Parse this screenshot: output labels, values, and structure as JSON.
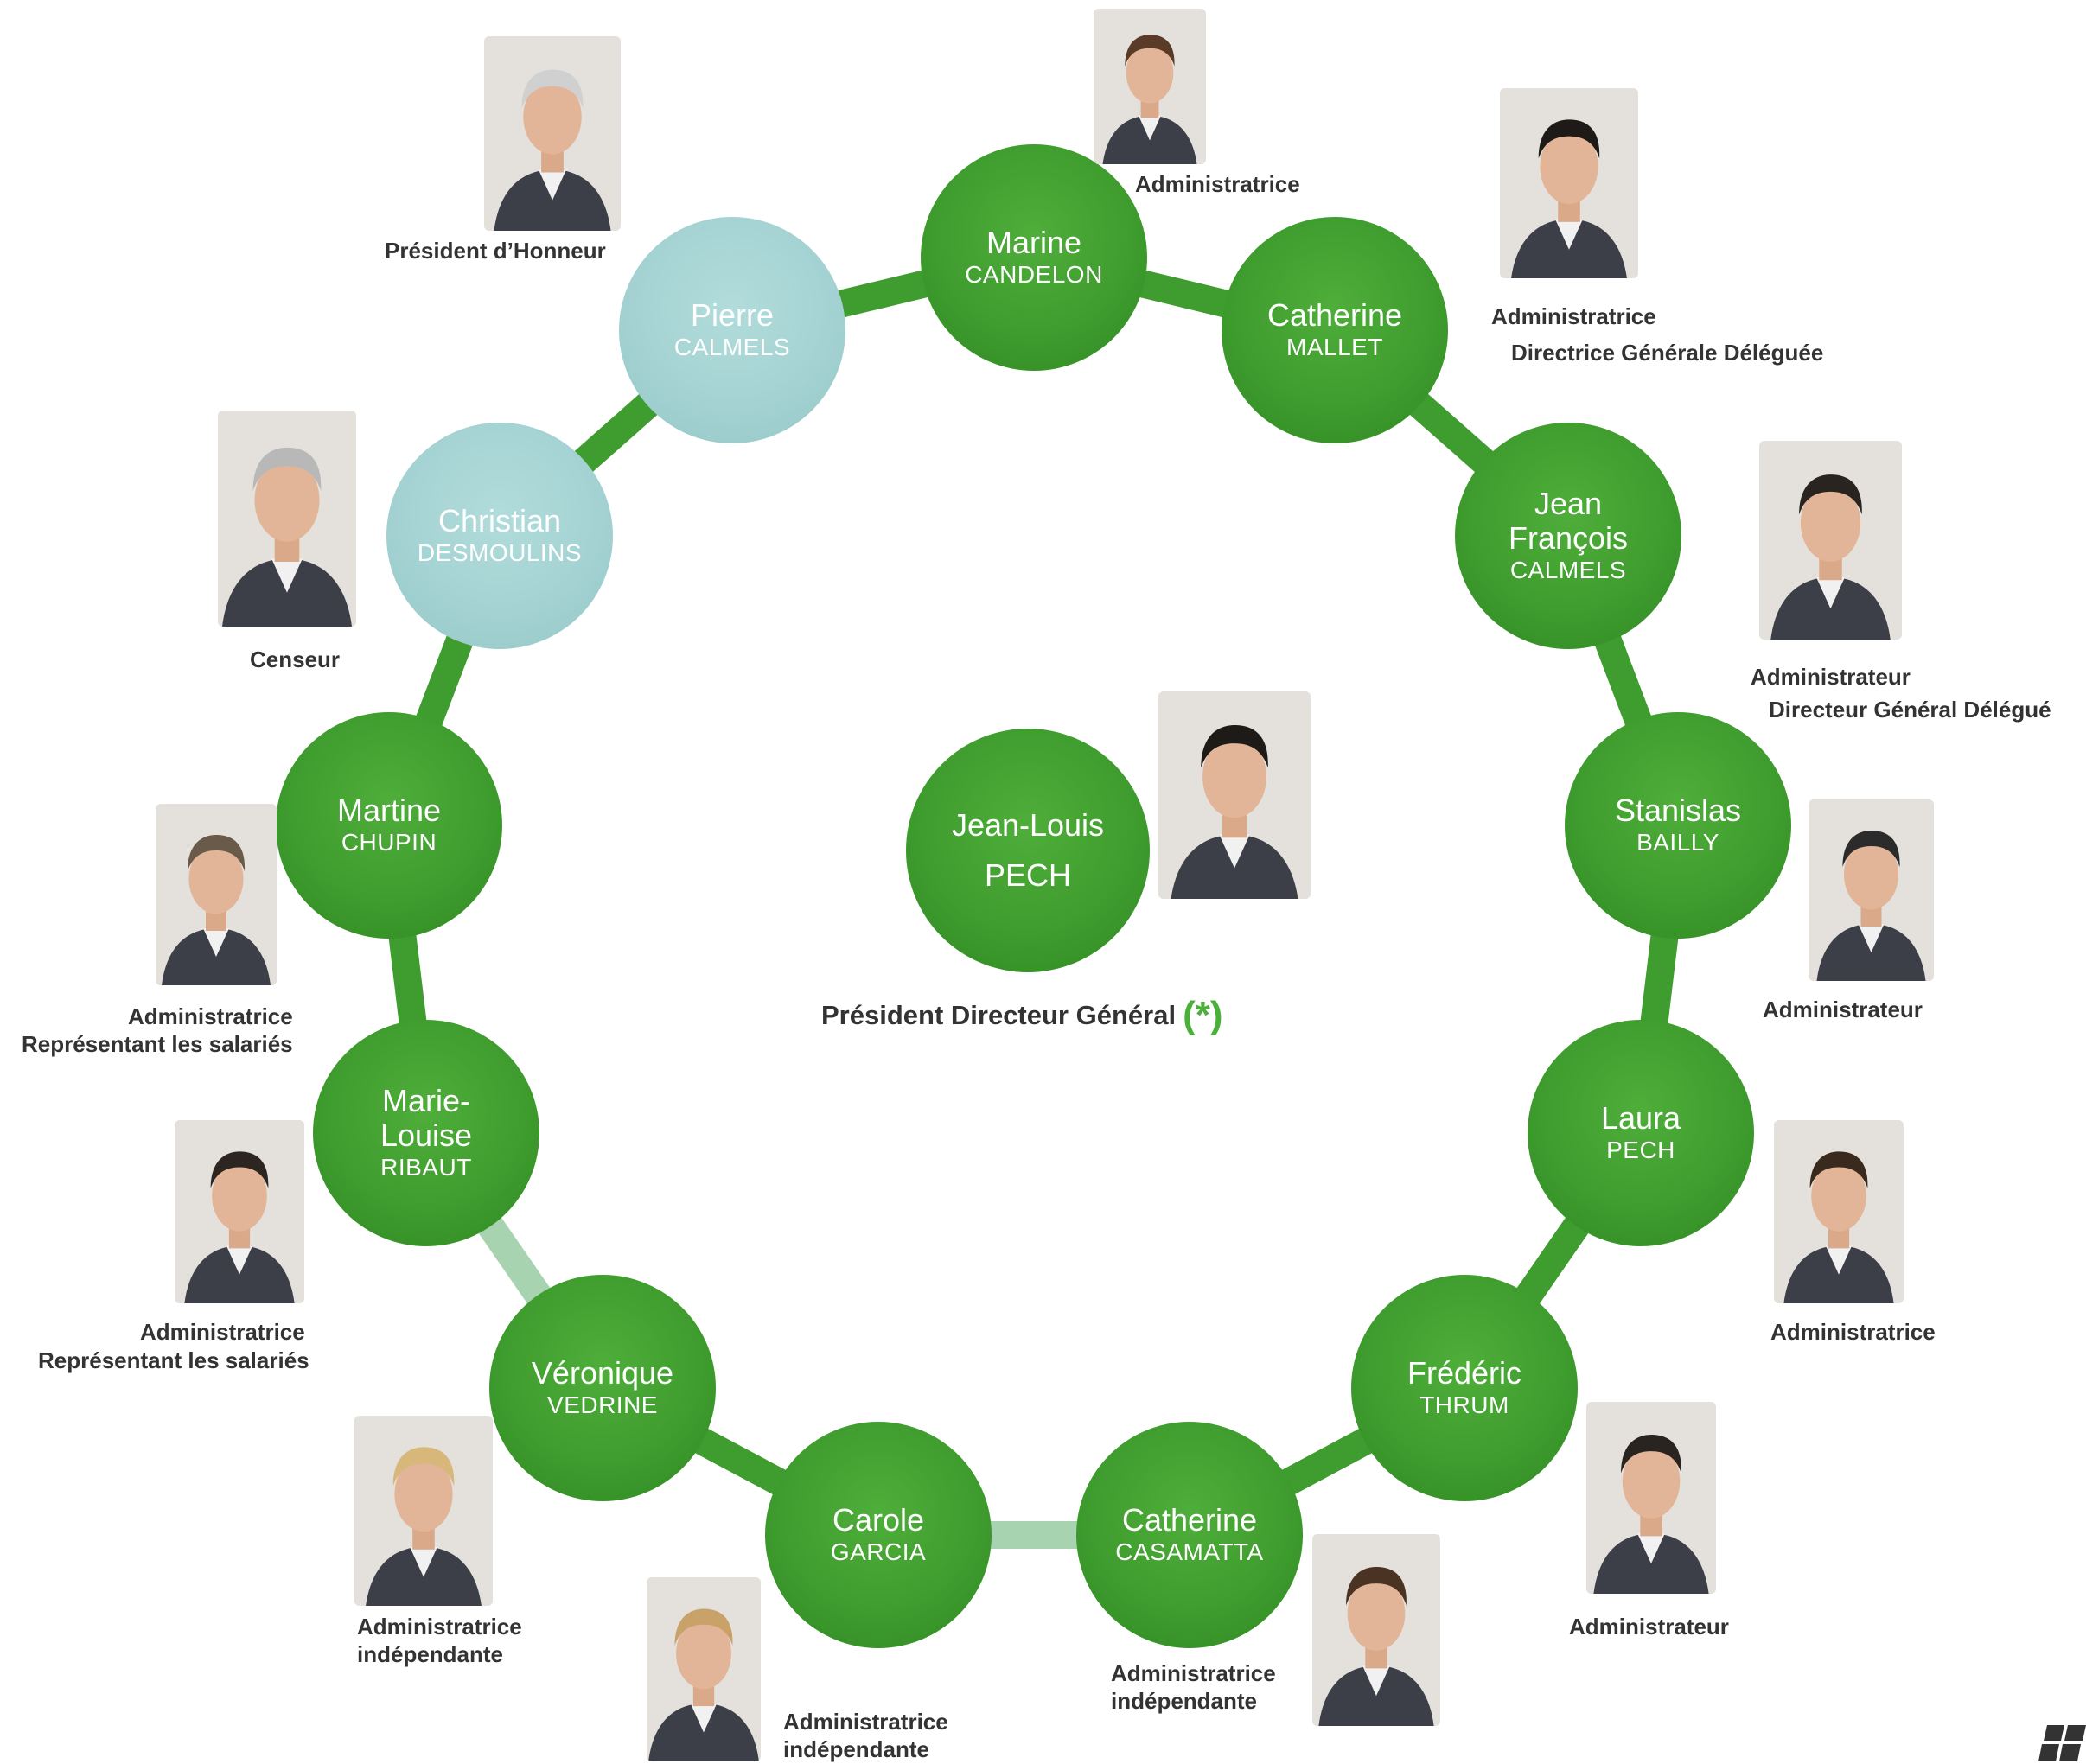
{
  "colors": {
    "primary_green": "#3f9c2e",
    "light_green_link": "#a8d3b0",
    "teal_node": "#a3d1d1",
    "asterisk_green": "#4bb03a",
    "role_text": "#333333"
  },
  "ceo": {
    "first": "Jean-Louis",
    "last": "PECH",
    "role": "Président Directeur Général",
    "asterisk": "(*)"
  },
  "members": [
    {
      "id": "marine-candelon",
      "first": "Marine",
      "last": "CANDELON",
      "roles": [
        "Administratrice"
      ],
      "style": "green"
    },
    {
      "id": "catherine-mallet",
      "first": "Catherine",
      "last": "MALLET",
      "roles": [
        "Administratrice",
        "Directrice Générale Déléguée"
      ],
      "style": "green"
    },
    {
      "id": "jean-francois-calmels",
      "first": "Jean\nFrançois",
      "last": "CALMELS",
      "roles": [
        "Administrateur",
        "Directeur Général Délégué"
      ],
      "style": "green"
    },
    {
      "id": "stanislas-bailly",
      "first": "Stanislas",
      "last": "BAILLY",
      "roles": [
        "Administrateur"
      ],
      "style": "green"
    },
    {
      "id": "laura-pech",
      "first": "Laura",
      "last": "PECH",
      "roles": [
        "Administratrice"
      ],
      "style": "green"
    },
    {
      "id": "frederic-thrum",
      "first": "Frédéric",
      "last": "THRUM",
      "roles": [
        "Administrateur"
      ],
      "style": "green"
    },
    {
      "id": "catherine-casamatta",
      "first": "Catherine",
      "last": "CASAMATTA",
      "roles": [
        "Administratrice",
        "indépendante"
      ],
      "style": "green"
    },
    {
      "id": "carole-garcia",
      "first": "Carole",
      "last": "GARCIA",
      "roles": [
        "Administratrice",
        "indépendante"
      ],
      "style": "green"
    },
    {
      "id": "veronique-vedrine",
      "first": "Véronique",
      "last": "VEDRINE",
      "roles": [
        "Administratrice",
        "indépendante"
      ],
      "style": "green"
    },
    {
      "id": "marie-louise-ribaut",
      "first": "Marie-\nLouise",
      "last": "RIBAUT",
      "roles": [
        "Administratrice",
        "Représentant les salariés"
      ],
      "style": "green"
    },
    {
      "id": "martine-chupin",
      "first": "Martine",
      "last": "CHUPIN",
      "roles": [
        "Administratrice",
        "Représentant les salariés"
      ],
      "style": "green"
    },
    {
      "id": "christian-desmoulins",
      "first": "Christian",
      "last": "DESMOULINS",
      "roles": [
        "Censeur"
      ],
      "style": "teal"
    },
    {
      "id": "pierre-calmels",
      "first": "Pierre",
      "last": "CALMELS",
      "roles": [
        "Président d’Honneur"
      ],
      "style": "teal"
    }
  ],
  "links": [
    {
      "from": "marine-candelon",
      "to": "catherine-mallet",
      "style": "solid"
    },
    {
      "from": "catherine-mallet",
      "to": "jean-francois-calmels",
      "style": "solid"
    },
    {
      "from": "jean-francois-calmels",
      "to": "stanislas-bailly",
      "style": "solid"
    },
    {
      "from": "stanislas-bailly",
      "to": "laura-pech",
      "style": "solid"
    },
    {
      "from": "laura-pech",
      "to": "frederic-thrum",
      "style": "solid"
    },
    {
      "from": "frederic-thrum",
      "to": "catherine-casamatta",
      "style": "solid"
    },
    {
      "from": "catherine-casamatta",
      "to": "carole-garcia",
      "style": "light"
    },
    {
      "from": "carole-garcia",
      "to": "veronique-vedrine",
      "style": "solid"
    },
    {
      "from": "veronique-vedrine",
      "to": "marie-louise-ribaut",
      "style": "light"
    },
    {
      "from": "marie-louise-ribaut",
      "to": "martine-chupin",
      "style": "solid"
    },
    {
      "from": "martine-chupin",
      "to": "christian-desmoulins",
      "style": "solid"
    },
    {
      "from": "christian-desmoulins",
      "to": "pierre-calmels",
      "style": "solid"
    },
    {
      "from": "pierre-calmels",
      "to": "marine-candelon",
      "style": "solid"
    }
  ]
}
